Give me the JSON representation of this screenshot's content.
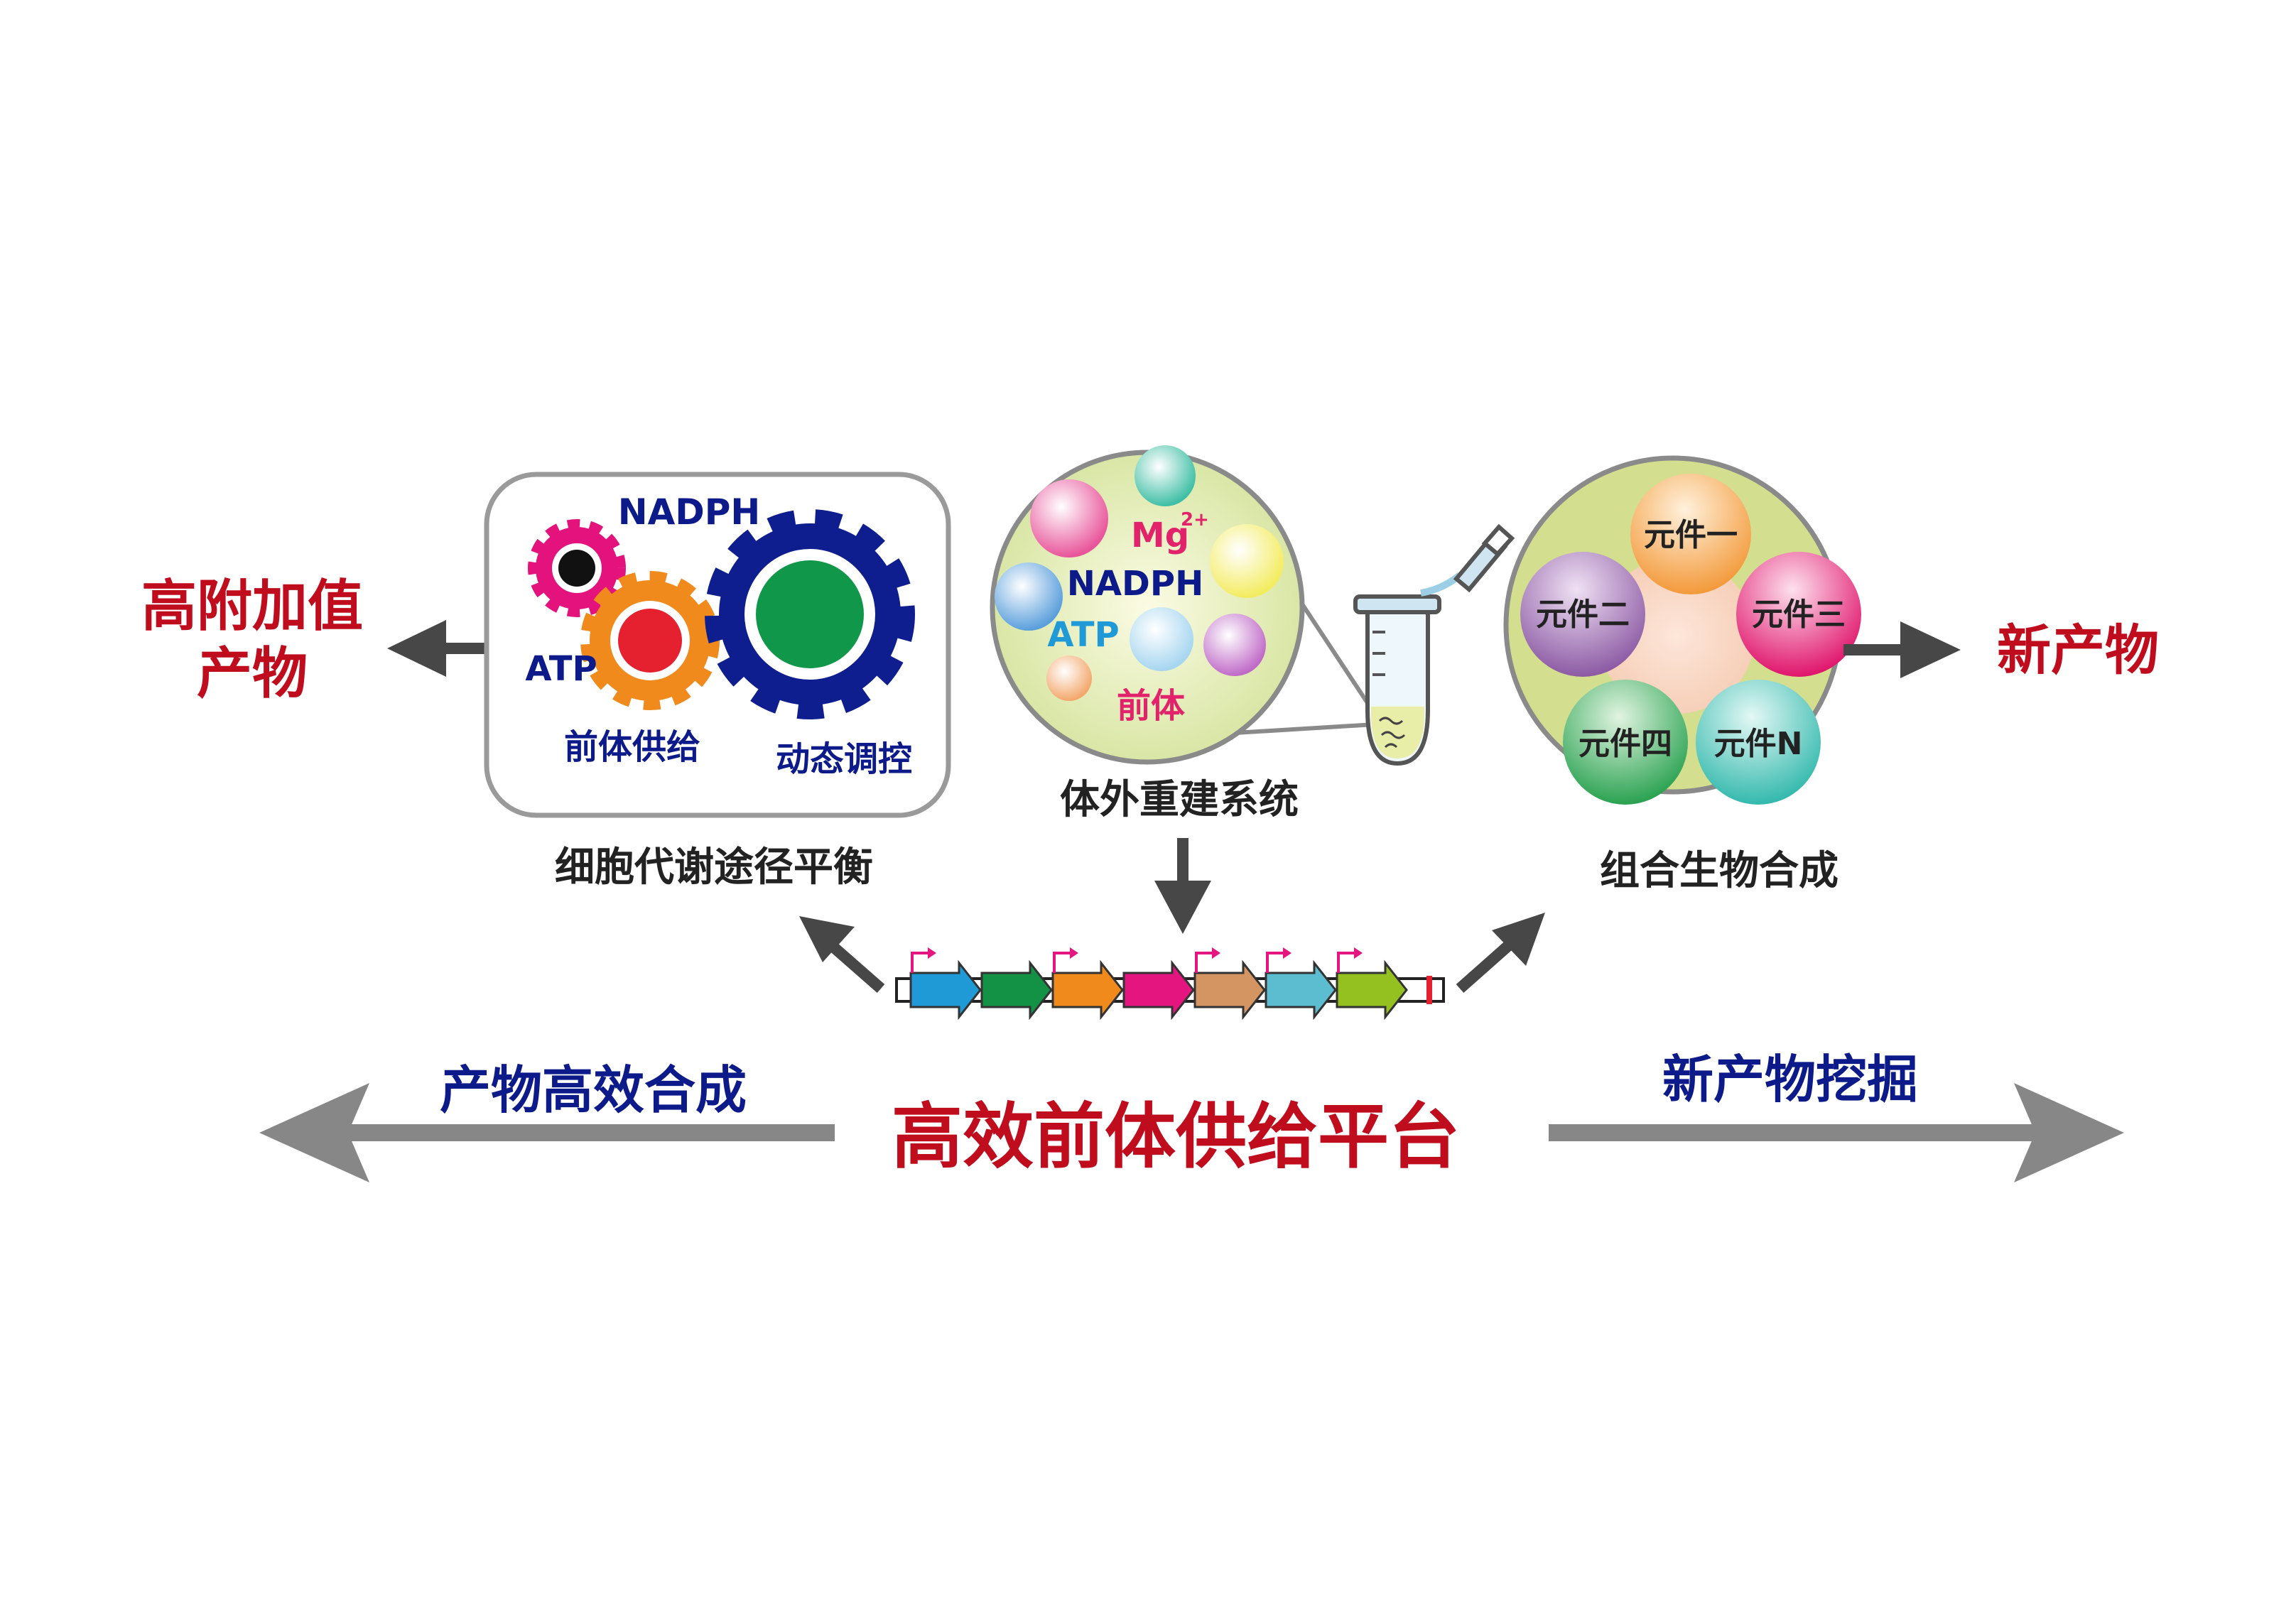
{
  "left_output": {
    "line1": "高附加值",
    "line2": "产物"
  },
  "right_output": "新产物",
  "module_left": {
    "nadph": "NADPH",
    "atp": "ATP",
    "precursor_supply": "前体供给",
    "dynamic_regulation": "动态调控",
    "caption": "细胞代谢途径平衡"
  },
  "module_middle": {
    "mg": "Mg",
    "mg_charge": "2+",
    "nadph": "NADPH",
    "atp": "ATP",
    "precursor": "前体",
    "caption": "体外重建系统"
  },
  "module_right": {
    "parts": [
      "元件一",
      "元件二",
      "元件三",
      "元件四",
      "元件N"
    ],
    "caption": "组合生物合成"
  },
  "bottom": {
    "left_label": "产物高效合成",
    "center_title": "高效前体供给平台",
    "right_label": "新产物挖掘"
  },
  "colors": {
    "red_text": "#c00d1e",
    "navy_text": "#0d1a8a",
    "blue_text": "#1f9ad6",
    "pink_text": "#e2226a",
    "gene_arrows": [
      "#1f9ad6",
      "#139245",
      "#f18a1c",
      "#e5157f",
      "#d59563",
      "#5bbdcf",
      "#94c11f"
    ]
  }
}
